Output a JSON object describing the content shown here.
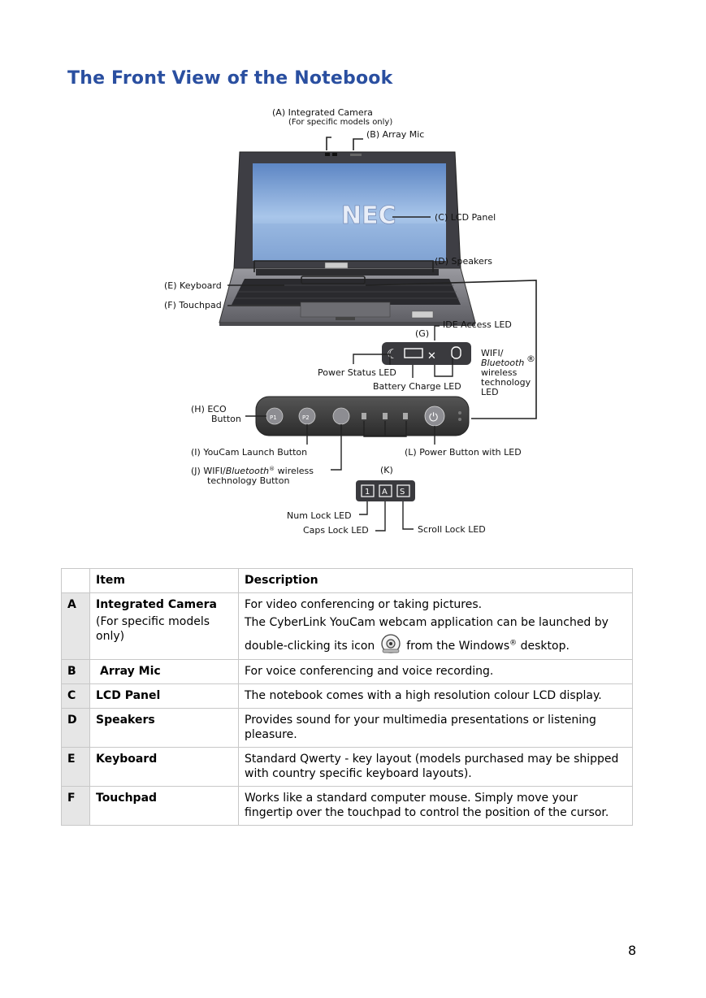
{
  "page_title": "The Front View of the Notebook",
  "figure": {
    "laptop_brand": "NEC",
    "callouts": {
      "a": "(A) Integrated Camera",
      "a_note": "(For specific models only)",
      "b": "(B) Array Mic",
      "c": "(C) LCD Panel",
      "d": "(D) Speakers",
      "e": "(E) Keyboard",
      "f": "(F) Touchpad",
      "g": "(G)",
      "ide": "IDE Access LED",
      "power_status": "Power Status LED",
      "battery": "Battery Charge LED",
      "wifi_1": "WIFI/",
      "wifi_2": "Bluetooth",
      "wifi_3": "wireless",
      "wifi_4": "technology",
      "wifi_5": "LED",
      "h1": "(H) ECO",
      "h2": "Button",
      "i": "(I) YouCam Launch Button",
      "j1": "(J) WIFI/",
      "j_bt": "Bluetooth",
      "j_rest": " wireless",
      "j2": "technology Button",
      "k": "(K)",
      "l": "(L) Power Button with LED",
      "num": "Num Lock LED",
      "caps": "Caps Lock LED",
      "scroll": "Scroll Lock LED",
      "key_1": "1",
      "key_a": "A",
      "key_s": "S",
      "btn_p1": "P1",
      "btn_p2": "P2",
      "reg": "®"
    }
  },
  "table": {
    "headers": [
      "",
      "Item",
      "Description"
    ],
    "rows": [
      {
        "letter": "A",
        "item": "Integrated Camera",
        "note": "(For specific models only)",
        "desc": "For video conferencing or taking pictures.",
        "desc2": "The CyberLink YouCam webcam application can be launched by",
        "desc3a": "double-clicking its icon",
        "desc3b": "from the Windows",
        "desc3c": "®",
        "desc3d": "desktop."
      },
      {
        "letter": "B",
        "item": "Array Mic",
        "desc": "For voice conferencing and voice recording."
      },
      {
        "letter": "C",
        "item": "LCD Panel",
        "desc": "The notebook comes with a high resolution colour LCD display."
      },
      {
        "letter": "D",
        "item": "Speakers",
        "desc": "Provides sound for your multimedia presentations or listening pleasure."
      },
      {
        "letter": "E",
        "item": "Keyboard",
        "desc": "Standard Qwerty - key layout (models purchased may be shipped with country specific keyboard layouts)."
      },
      {
        "letter": "F",
        "item": "Touchpad",
        "desc": "Works like a standard computer mouse. Simply move your fingertip over the touchpad to control the position of the cursor."
      }
    ]
  },
  "page_number": "8"
}
